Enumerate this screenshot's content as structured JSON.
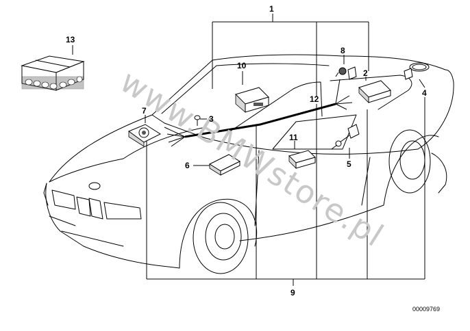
{
  "watermark": "www.BMWstore.pl",
  "diagram_code": "00009769",
  "callouts": [
    "1",
    "2",
    "3",
    "4",
    "5",
    "6",
    "7",
    "8",
    "9",
    "10",
    "11",
    "12",
    "13"
  ]
}
